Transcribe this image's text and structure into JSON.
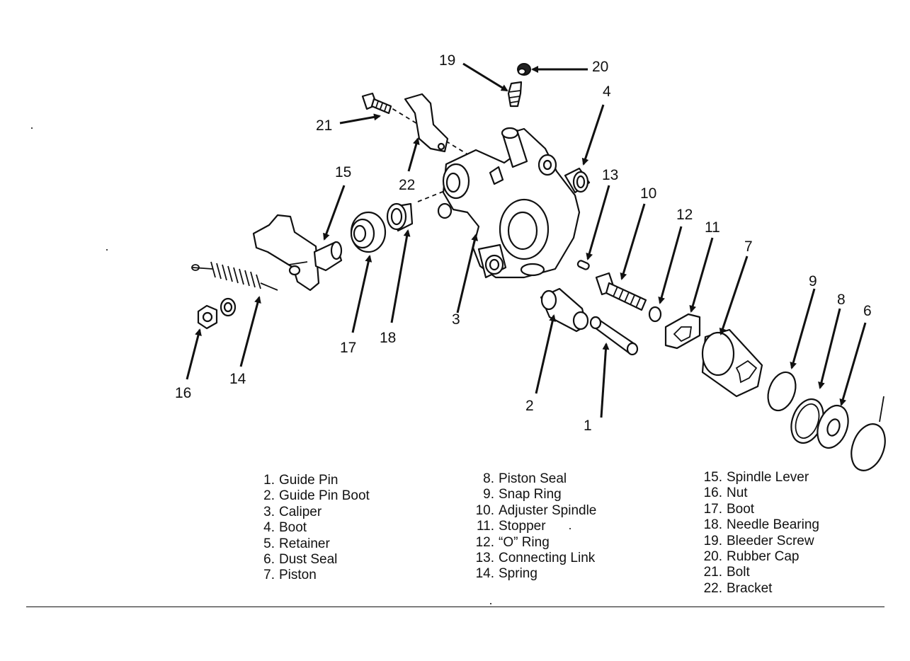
{
  "callouts": {
    "c1": "1",
    "c2": "2",
    "c3": "3",
    "c4": "4",
    "c6": "6",
    "c7": "7",
    "c8": "8",
    "c9": "9",
    "c10": "10",
    "c11": "11",
    "c12": "12",
    "c13": "13",
    "c14": "14",
    "c15": "15",
    "c16": "16",
    "c17": "17",
    "c18": "18",
    "c19": "19",
    "c20": "20",
    "c21": "21",
    "c22": "22"
  },
  "legend": {
    "col1": [
      {
        "num": "1.",
        "label": "Guide Pin"
      },
      {
        "num": "2.",
        "label": "Guide Pin Boot"
      },
      {
        "num": "3.",
        "label": "Caliper"
      },
      {
        "num": "4.",
        "label": "Boot"
      },
      {
        "num": "5.",
        "label": "Retainer"
      },
      {
        "num": "6.",
        "label": "Dust Seal"
      },
      {
        "num": "7.",
        "label": "Piston"
      }
    ],
    "col2": [
      {
        "num": "8.",
        "label": "Piston Seal"
      },
      {
        "num": "9.",
        "label": "Snap Ring"
      },
      {
        "num": "10.",
        "label": "Adjuster Spindle"
      },
      {
        "num": "11.",
        "label": "Stopper"
      },
      {
        "num": "12.",
        "label": "“O” Ring"
      },
      {
        "num": "13.",
        "label": "Connecting Link"
      },
      {
        "num": "14.",
        "label": "Spring"
      }
    ],
    "col3": [
      {
        "num": "15.",
        "label": "Spindle Lever"
      },
      {
        "num": "16.",
        "label": "Nut"
      },
      {
        "num": "17.",
        "label": "Boot"
      },
      {
        "num": "18.",
        "label": "Needle Bearing"
      },
      {
        "num": "19.",
        "label": "Bleeder Screw"
      },
      {
        "num": "20.",
        "label": "Rubber Cap"
      },
      {
        "num": "21.",
        "label": "Bolt"
      },
      {
        "num": "22.",
        "label": "Bracket"
      }
    ]
  }
}
